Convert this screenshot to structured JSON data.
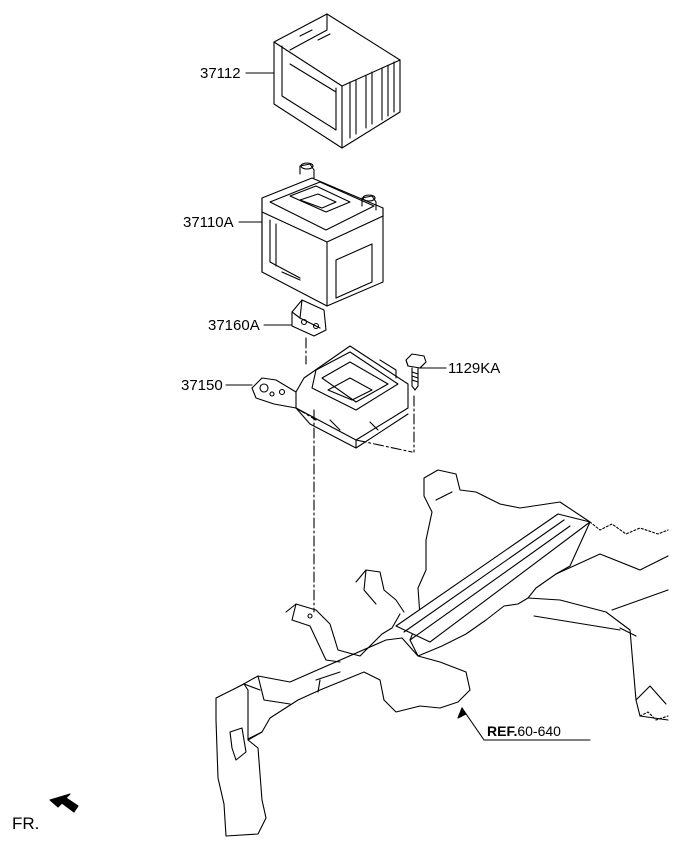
{
  "callouts": {
    "tray_insulation": "37112",
    "battery": "37110A",
    "bracket": "37160A",
    "tray": "37150",
    "bolt": "1129KA"
  },
  "reference": {
    "prefix": "REF.",
    "number": "60-640"
  },
  "orientation": {
    "label": "FR."
  }
}
